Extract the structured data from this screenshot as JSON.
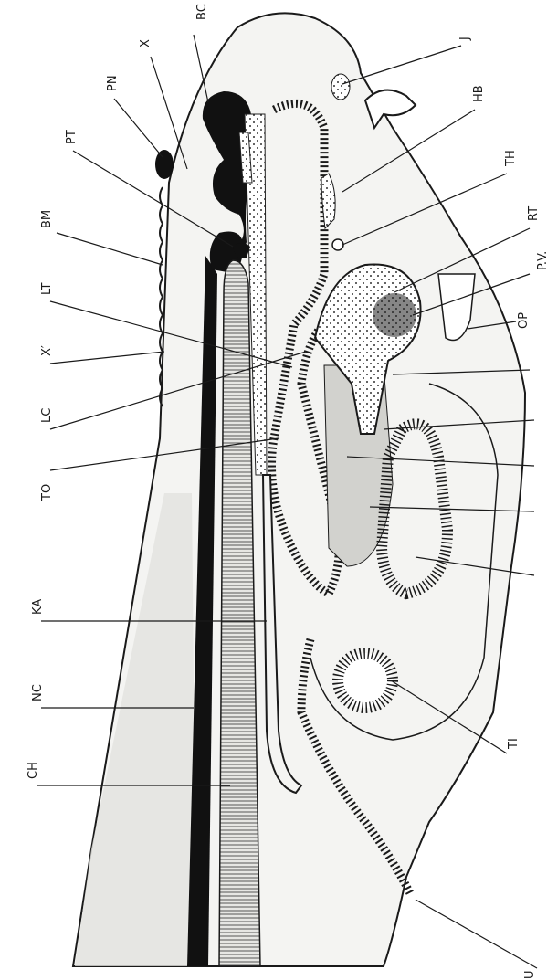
{
  "labels": {
    "bc": "BC",
    "x": "X",
    "pn": "PN",
    "pt": "PT",
    "bm": "BM",
    "lt": "LT",
    "x_prime": "X′",
    "lc": "LC",
    "to": "TO",
    "ka": "KA",
    "nc": "NC",
    "ch": "CH",
    "u": "U",
    "j": "J",
    "hb": "HB",
    "th": "TH",
    "rt": "RT",
    "pv": "P.V.",
    "op": "OP",
    "ti": "TI"
  },
  "colors": {
    "ink": "#1a1a1a",
    "paper": "#ffffff",
    "body_fill": "#f4f4f2",
    "stipple": "#e2e2de",
    "liver": "#d2d2ce",
    "cartilage_bg": "#e6e6e3"
  }
}
